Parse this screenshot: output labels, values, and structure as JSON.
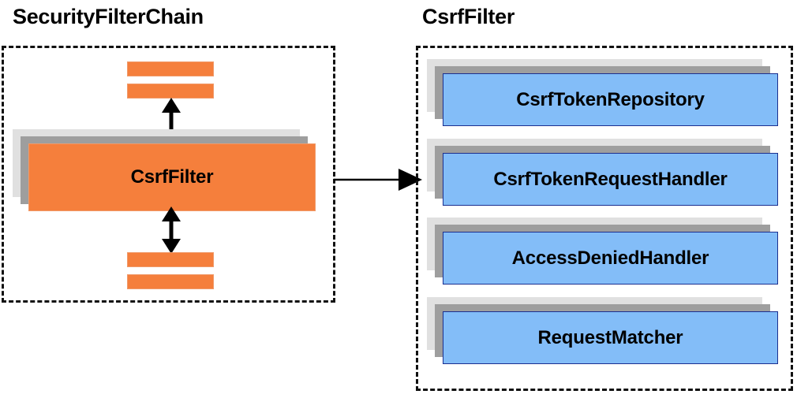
{
  "diagram": {
    "type": "component-relationship-diagram",
    "panels": [
      {
        "id": "security-filter-chain",
        "title": "SecurityFilterChain",
        "border_style": "dashed",
        "border_color": "#111111",
        "top_bars": [
          {
            "name": "filter-bar-1",
            "color": "#f57f3c"
          },
          {
            "name": "filter-bar-2",
            "color": "#f57f3c"
          }
        ],
        "main_box": {
          "label": "CsrfFilter",
          "fill": "#f57f3c",
          "border": "#f09a6a",
          "shadow_dark": "#9e9e9e",
          "shadow_light": "#e0e0e0"
        },
        "bottom_bars": [
          {
            "name": "filter-bar-3",
            "color": "#f57f3c"
          },
          {
            "name": "filter-bar-4",
            "color": "#f57f3c"
          }
        ],
        "connectors": [
          {
            "name": "arrow-above-csrffilter",
            "style": "double-headed-vertical"
          },
          {
            "name": "arrow-below-csrffilter",
            "style": "double-headed-vertical"
          }
        ]
      },
      {
        "id": "csrffilter-collaborators",
        "title": "CsrfFilter",
        "border_style": "dashed",
        "border_color": "#111111",
        "boxes": [
          {
            "label": "CsrfTokenRepository",
            "fill": "#83bdf8",
            "border": "#1b2f8f",
            "shadow_dark": "#9e9e9e",
            "shadow_light": "#e0e0e0"
          },
          {
            "label": "CsrfTokenRequestHandler",
            "fill": "#83bdf8",
            "border": "#1b2f8f",
            "shadow_dark": "#9e9e9e",
            "shadow_light": "#e0e0e0"
          },
          {
            "label": "AccessDeniedHandler",
            "fill": "#83bdf8",
            "border": "#1b2f8f",
            "shadow_dark": "#9e9e9e",
            "shadow_light": "#e0e0e0"
          },
          {
            "label": "RequestMatcher",
            "fill": "#83bdf8",
            "border": "#1b2f8f",
            "shadow_dark": "#9e9e9e",
            "shadow_light": "#e0e0e0"
          }
        ]
      }
    ],
    "cross_panel_connector": {
      "name": "arrow-chain-to-collaborators",
      "style": "single-headed-horizontal",
      "color": "#000000",
      "from": "SecurityFilterChain",
      "to": "CsrfFilter"
    },
    "colors": {
      "orange_fill": "#f57f3c",
      "orange_border": "#f09a6a",
      "blue_fill": "#83bdf8",
      "blue_border": "#1b2f8f",
      "shadow_dark": "#9e9e9e",
      "shadow_light": "#e0e0e0",
      "text": "#000000",
      "background": "#ffffff"
    }
  }
}
